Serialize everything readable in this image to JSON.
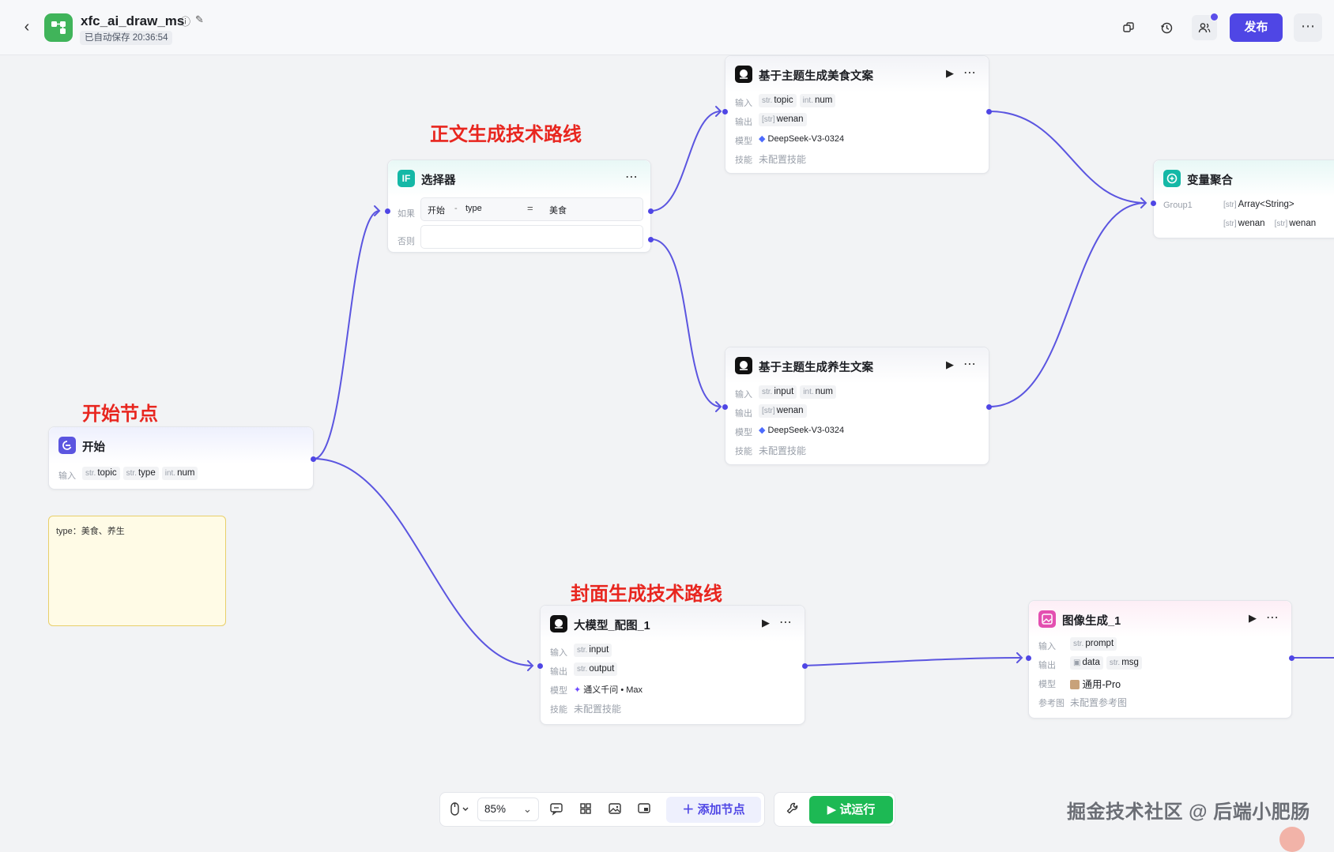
{
  "header": {
    "app_name": "xfc_ai_draw_ms",
    "autosave": "已自动保存 20:36:54",
    "publish": "发布",
    "brand_color": "#4f46e5"
  },
  "annotations": {
    "body_route": "正文生成技术路线",
    "start_node": "开始节点",
    "cover_route": "封面生成技术路线"
  },
  "nodes": {
    "start": {
      "title": "开始",
      "input_label": "输入",
      "inputs": [
        {
          "type": "str.",
          "name": "topic"
        },
        {
          "type": "str.",
          "name": "type"
        },
        {
          "type": "int.",
          "name": "num"
        }
      ]
    },
    "note": {
      "text": "type：美食、养生"
    },
    "selector": {
      "title": "选择器",
      "icon_text": "IF",
      "if_label": "如果",
      "else_label": "否则",
      "cond_source": "开始",
      "cond_sep": "-",
      "cond_var": "type",
      "cond_op": "=",
      "cond_value": "美食"
    },
    "food": {
      "title": "基于主题生成美食文案",
      "input_label": "输入",
      "output_label": "输出",
      "model_label": "模型",
      "skill_label": "技能",
      "inputs": [
        {
          "type": "str.",
          "name": "topic"
        },
        {
          "type": "int.",
          "name": "num"
        }
      ],
      "output": {
        "type": "[str]",
        "name": "wenan"
      },
      "model": "DeepSeek-V3-0324",
      "skill": "未配置技能"
    },
    "health": {
      "title": "基于主题生成养生文案",
      "input_label": "输入",
      "output_label": "输出",
      "model_label": "模型",
      "skill_label": "技能",
      "inputs": [
        {
          "type": "str.",
          "name": "input"
        },
        {
          "type": "int.",
          "name": "num"
        }
      ],
      "output": {
        "type": "[str]",
        "name": "wenan"
      },
      "model": "DeepSeek-V3-0324",
      "skill": "未配置技能"
    },
    "aggregate": {
      "title": "变量聚合",
      "group_label": "Group1",
      "group_type": {
        "type": "[str]",
        "name": "Array<String>"
      },
      "vars": [
        {
          "type": "[str]",
          "name": "wenan"
        },
        {
          "type": "[str]",
          "name": "wenan"
        }
      ]
    },
    "llm_image": {
      "title": "大模型_配图_1",
      "input_label": "输入",
      "output_label": "输出",
      "model_label": "模型",
      "skill_label": "技能",
      "input": {
        "type": "str.",
        "name": "input"
      },
      "output": {
        "type": "str.",
        "name": "output"
      },
      "model": "通义千问 • Max",
      "skill": "未配置技能"
    },
    "image_gen": {
      "title": "图像生成_1",
      "input_label": "输入",
      "output_label": "输出",
      "model_label": "模型",
      "ref_label": "参考图",
      "input": {
        "type": "str.",
        "name": "prompt"
      },
      "outputs": [
        {
          "type": "img",
          "name": "data"
        },
        {
          "type": "str.",
          "name": "msg"
        }
      ],
      "model": "通用-Pro",
      "ref": "未配置参考图"
    }
  },
  "toolbar": {
    "zoom": "85%",
    "add_node": "添加节点",
    "trial_run": "试运行"
  },
  "watermark": "掘金技术社区 @ 后端小肥肠"
}
